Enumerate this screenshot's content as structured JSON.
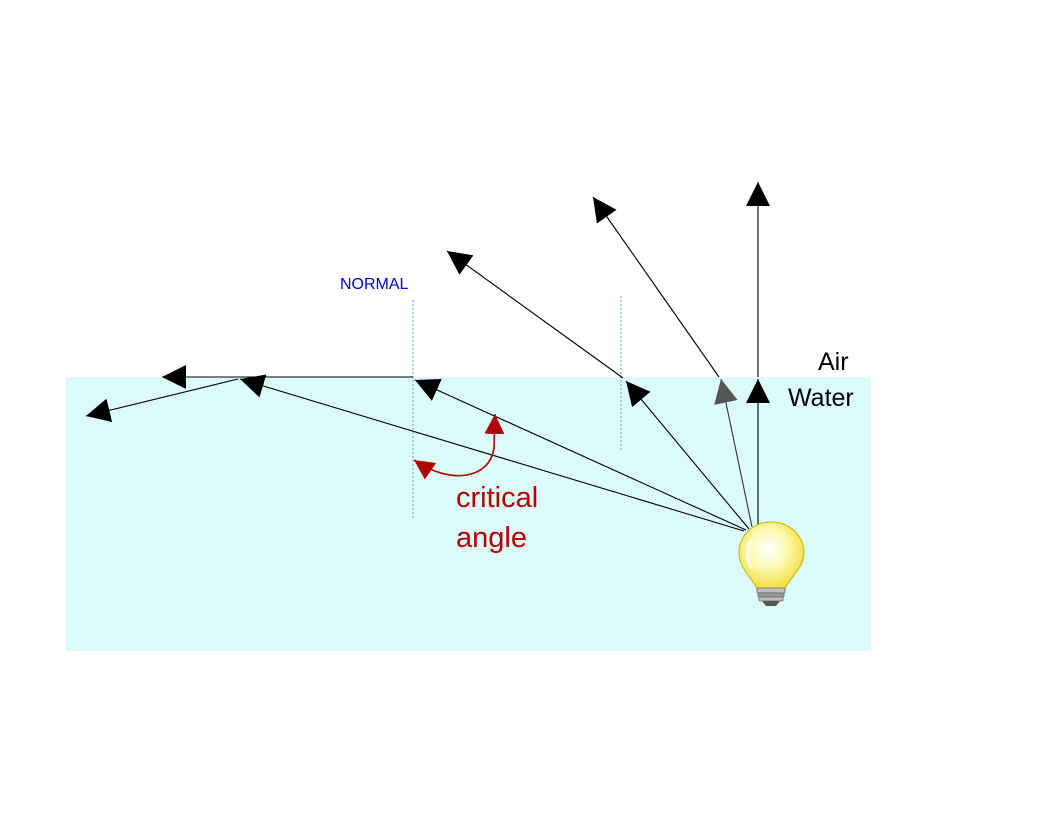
{
  "labels": {
    "normal": "NORMAL",
    "air": "Air",
    "water": "Water",
    "critical_line1": "critical",
    "critical_line2": "angle"
  },
  "colors": {
    "water": "#dcfcfc",
    "normal_label": "#0000cc",
    "normal_line": "#8ab0d8",
    "critical": "#b30000",
    "ray": "#000000",
    "bulb_glass": "#fff79a",
    "bulb_base": "#8a8a8a"
  },
  "icons": {
    "light_source": "light-bulb-icon"
  }
}
